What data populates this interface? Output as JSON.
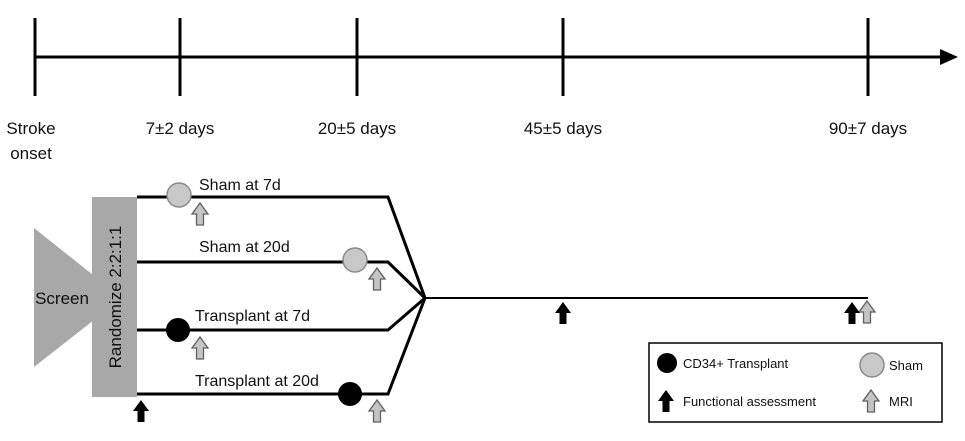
{
  "timeline": {
    "milestones": [
      {
        "lines": [
          "Stroke",
          "onset"
        ]
      },
      {
        "lines": [
          "7±2 days"
        ]
      },
      {
        "lines": [
          "20±5 days"
        ]
      },
      {
        "lines": [
          "45±5 days"
        ]
      },
      {
        "lines": [
          "90±7 days"
        ]
      }
    ]
  },
  "screen_label": "Screen",
  "randomize_label": "Randomize 2:2:1:1",
  "arms": [
    {
      "label": "Sham at 7d",
      "marker": "sham"
    },
    {
      "label": "Sham at 20d",
      "marker": "sham"
    },
    {
      "label": "Transplant at 7d",
      "marker": "transplant"
    },
    {
      "label": "Transplant at 20d",
      "marker": "transplant"
    }
  ],
  "legend": {
    "transplant": "CD34+ Transplant",
    "sham": "Sham",
    "functional": "Functional assessment",
    "mri": "MRI"
  },
  "colors": {
    "line": "#000000",
    "sham_fill": "#c8c8c8",
    "sham_stroke": "#8a8a8a",
    "transplant_fill": "#000000",
    "gray_block": "#a8a8a8",
    "mri_fill": "#c4c4c4",
    "mri_stroke": "#606060"
  }
}
